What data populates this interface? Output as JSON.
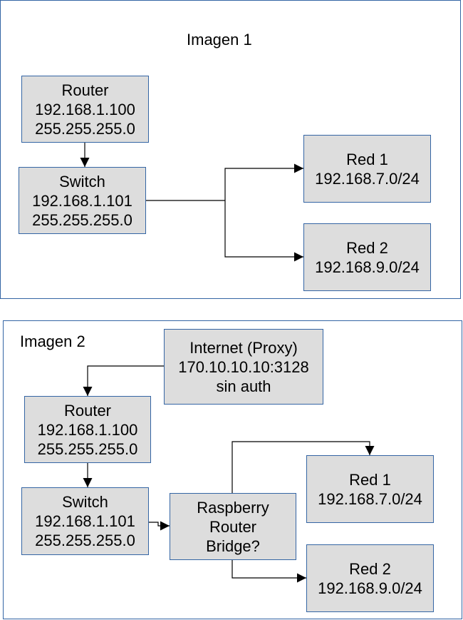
{
  "colors": {
    "node_fill": "#dddddd",
    "border": "#3465a4",
    "edge": "#000000"
  },
  "image1": {
    "title": "Imagen 1",
    "router": {
      "name": "Router",
      "ip": "192.168.1.100",
      "mask": "255.255.255.0"
    },
    "switch": {
      "name": "Switch",
      "ip": "192.168.1.101",
      "mask": "255.255.255.0"
    },
    "red1": {
      "name": "Red 1",
      "subnet": "192.168.7.0/24"
    },
    "red2": {
      "name": "Red 2",
      "subnet": "192.168.9.0/24"
    }
  },
  "image2": {
    "title": "Imagen 2",
    "internet": {
      "name": "Internet (Proxy)",
      "address": "170.10.10.10:3128",
      "auth": "sin auth"
    },
    "router": {
      "name": "Router",
      "ip": "192.168.1.100",
      "mask": "255.255.255.0"
    },
    "switch": {
      "name": "Switch",
      "ip": "192.168.1.101",
      "mask": "255.255.255.0"
    },
    "raspberry": {
      "line1": "Raspberry",
      "line2": "Router",
      "line3": "Bridge?"
    },
    "red1": {
      "name": "Red 1",
      "subnet": "192.168.7.0/24"
    },
    "red2": {
      "name": "Red 2",
      "subnet": "192.168.9.0/24"
    }
  }
}
